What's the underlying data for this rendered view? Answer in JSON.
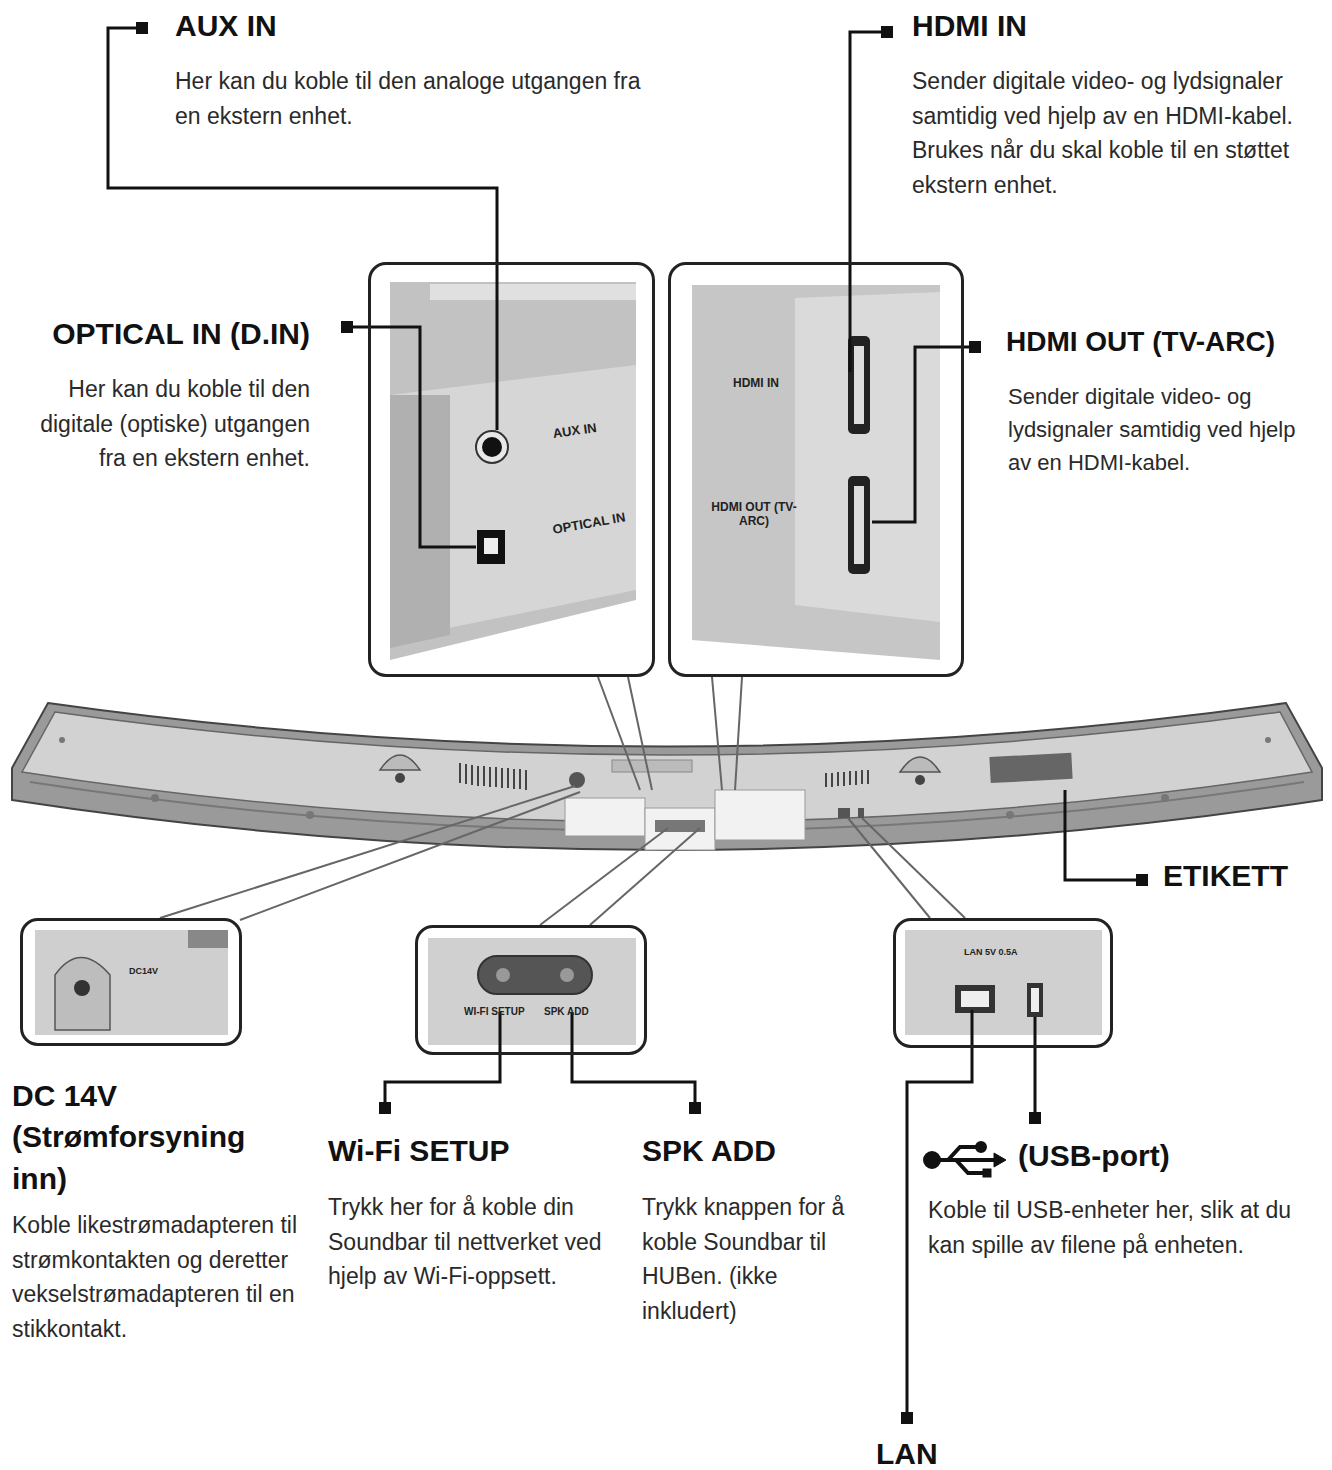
{
  "diagram": {
    "nodes": [
      {
        "text": [
          "AUX IN",
          "OPTICAL IN"
        ]
      },
      {
        "text": [
          "HDMI IN",
          "HDMI OUT (TV-ARC)"
        ]
      },
      {
        "text": [
          "DC14V"
        ]
      },
      {
        "text": [
          "WI-FI SETUP",
          "SPK ADD"
        ]
      },
      {
        "text": [
          "LAN 5V 0.5A"
        ]
      }
    ],
    "labels": [
      "AUX IN",
      "Her kan du koble til den analoge utgangen fra en ekstern enhet.",
      "HDMI IN",
      "Sender digitale video- og lydsignaler samtidig ved hjelp av en HDMI-kabel. Brukes når du skal koble til en støttet ekstern enhet.",
      "OPTICAL IN (D.IN)",
      "Her kan du koble til den digitale (optiske) utgangen fra en ekstern enhet.",
      "HDMI OUT (TV-ARC)",
      "Sender digitale video- og lydsignaler samtidig ved hjelp av en HDMI-kabel.",
      "ETIKETT",
      "DC 14V (Strømforsyning inn)",
      "Koble likestrømadapteren til strømkontakten og deretter vekselstrømadapteren til en stikkontakt.",
      "Wi-Fi SETUP",
      "Trykk her for å koble din Soundbar til nettverket ved hjelp av Wi-Fi-oppsett.",
      "SPK ADD",
      "Trykk knappen for å koble Soundbar til HUBen. (ikke inkludert)",
      "(USB-port)",
      "Koble til USB-enheter her, slik at du kan spille av filene på enheten.",
      "LAN"
    ]
  }
}
